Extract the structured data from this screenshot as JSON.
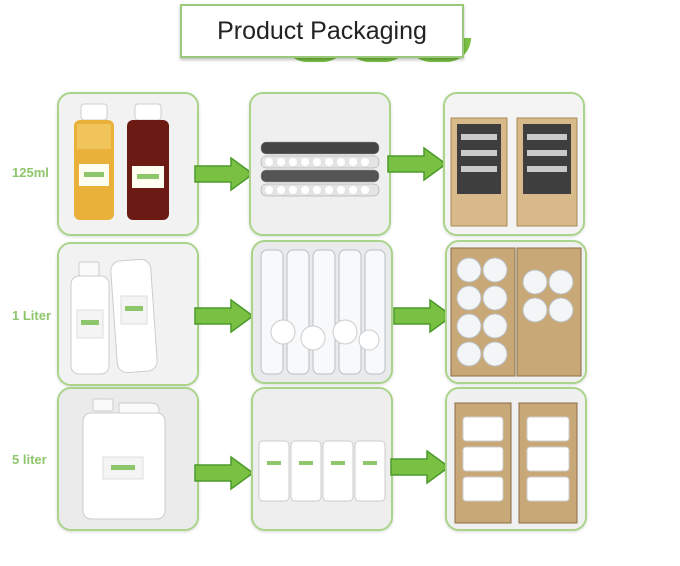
{
  "header": {
    "title": "Product Packaging"
  },
  "rows": [
    {
      "label": "125ml"
    },
    {
      "label": "1 Liter"
    },
    {
      "label": "5 liter"
    }
  ],
  "colors": {
    "accent": "#7ac143",
    "panel_border": "#a9d48a",
    "label": "#8dc66b"
  }
}
